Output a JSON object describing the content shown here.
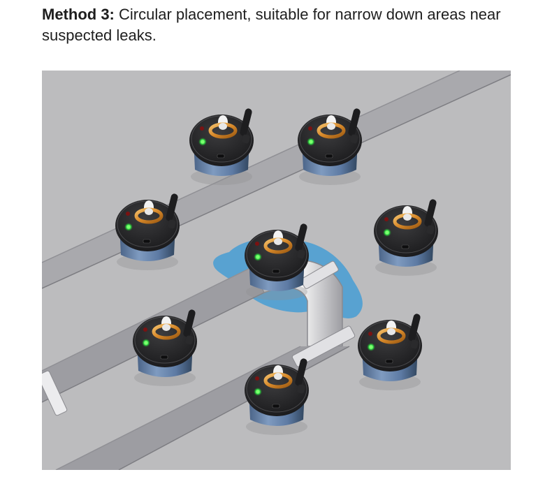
{
  "caption": {
    "lead": "Method 3:",
    "text": " Circular placement, suitable for narrow down areas near suspected leaks."
  },
  "scene": {
    "background": "#bcbcbe",
    "water_color": "#4f9fd2",
    "pipe_color": "#e6e6e8",
    "sensor_count": 8,
    "sensors": [
      {
        "name": "sensor-top-left"
      },
      {
        "name": "sensor-top-right"
      },
      {
        "name": "sensor-middle-left"
      },
      {
        "name": "sensor-right"
      },
      {
        "name": "sensor-center"
      },
      {
        "name": "sensor-bottom-left"
      },
      {
        "name": "sensor-bottom-right"
      },
      {
        "name": "sensor-bottom-center"
      }
    ]
  }
}
